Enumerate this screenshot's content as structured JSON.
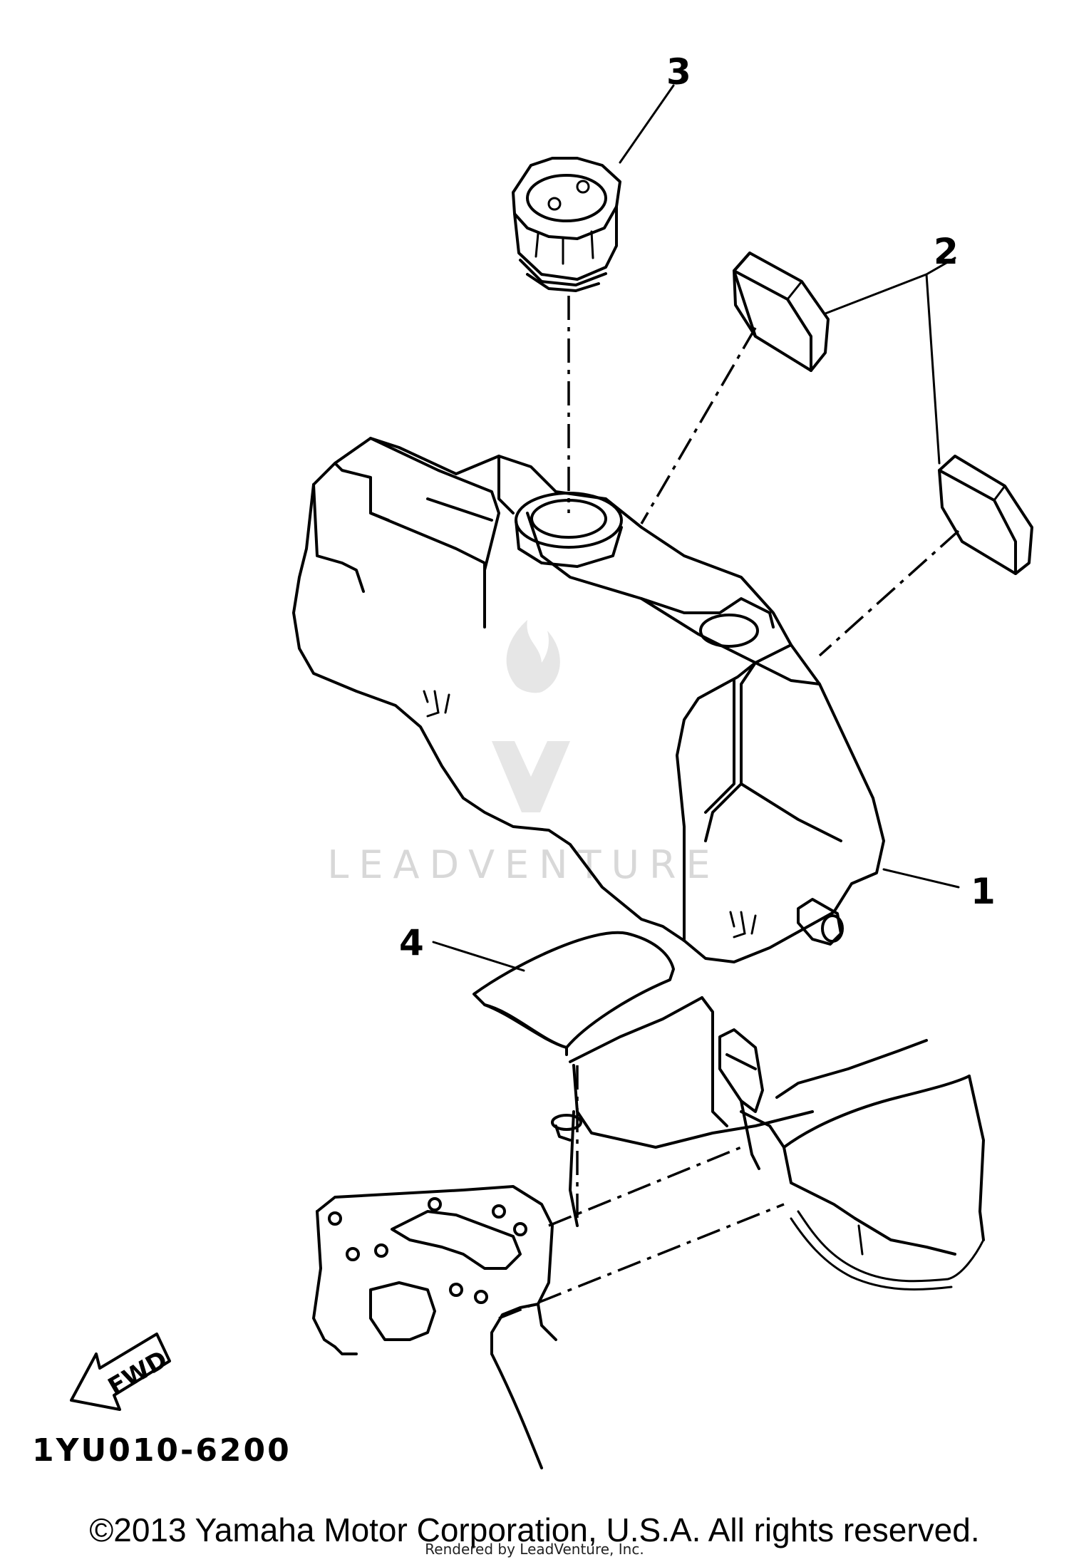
{
  "callouts": {
    "part_1": "1",
    "part_2": "2",
    "part_3": "3",
    "part_4": "4"
  },
  "fwd_label": "FWD",
  "diagram_code": "1YU010-6200",
  "watermark": "LEADVENTURE",
  "copyright": "©2013 Yamaha Motor Corporation, U.S.A. All rights reserved.",
  "rendered_by": "Rendered by LeadVenture, Inc."
}
